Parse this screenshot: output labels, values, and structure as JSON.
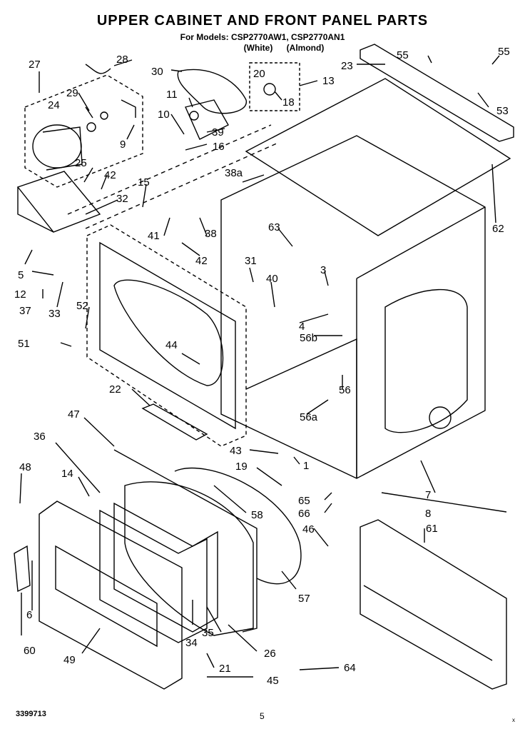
{
  "header": {
    "title": "UPPER CABINET AND FRONT PANEL PARTS",
    "models_line": "For Models: CSP2770AW1, CSP2770AN1",
    "variant_white": "(White)",
    "variant_almond": "(Almond)"
  },
  "footer": {
    "doc_number": "3399713",
    "page_number": "5",
    "corner_mark": "x"
  },
  "labels": [
    "27",
    "28",
    "30",
    "20",
    "13",
    "55",
    "23",
    "55",
    "29",
    "24",
    "11",
    "18",
    "53",
    "10",
    "9",
    "39",
    "16",
    "25",
    "42",
    "38a",
    "15",
    "32",
    "62",
    "63",
    "41",
    "38",
    "5",
    "42",
    "31",
    "3",
    "12",
    "40",
    "37",
    "33",
    "52",
    "4",
    "56b",
    "51",
    "44",
    "56",
    "22",
    "56a",
    "47",
    "36",
    "43",
    "1",
    "19",
    "48",
    "14",
    "65",
    "7",
    "58",
    "66",
    "8",
    "46",
    "61",
    "57",
    "6",
    "34",
    "35",
    "26",
    "60",
    "49",
    "21",
    "64",
    "45"
  ]
}
